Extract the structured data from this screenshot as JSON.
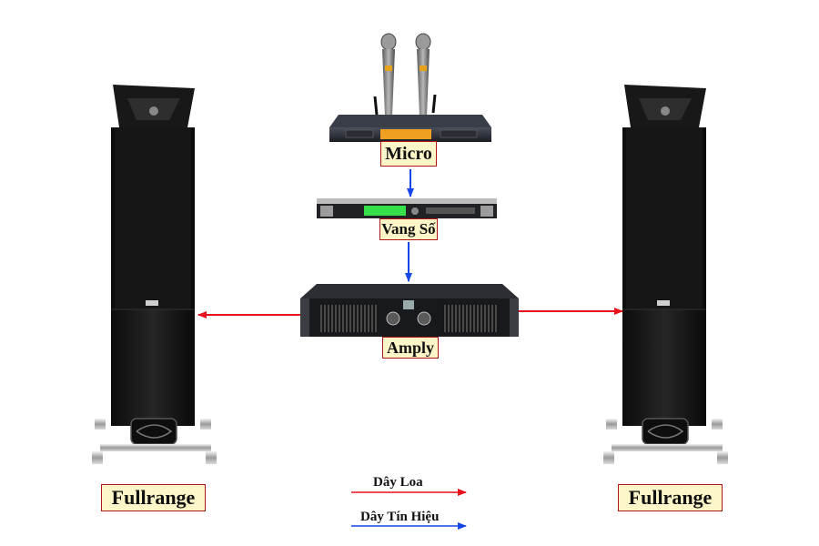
{
  "devices": {
    "micro": {
      "label": "Micro"
    },
    "vang_so": {
      "label": "Vang Số"
    },
    "amply": {
      "label": "Amply"
    },
    "speaker_left": {
      "label": "Fullrange"
    },
    "speaker_right": {
      "label": "Fullrange"
    }
  },
  "legend": {
    "speaker_wire": {
      "label": "Dây Loa",
      "color": "#e8101a"
    },
    "signal_wire": {
      "label": "Dây Tín Hiệu",
      "color": "#1446e8"
    }
  },
  "connections": [
    {
      "from": "micro",
      "to": "vang_so",
      "type": "signal_wire"
    },
    {
      "from": "vang_so",
      "to": "amply",
      "type": "signal_wire"
    },
    {
      "from": "amply",
      "to": "speaker_left",
      "type": "speaker_wire"
    },
    {
      "from": "amply",
      "to": "speaker_right",
      "type": "speaker_wire"
    }
  ],
  "colors": {
    "label_fill": "#fdf6c8",
    "label_border": "#b31414"
  }
}
